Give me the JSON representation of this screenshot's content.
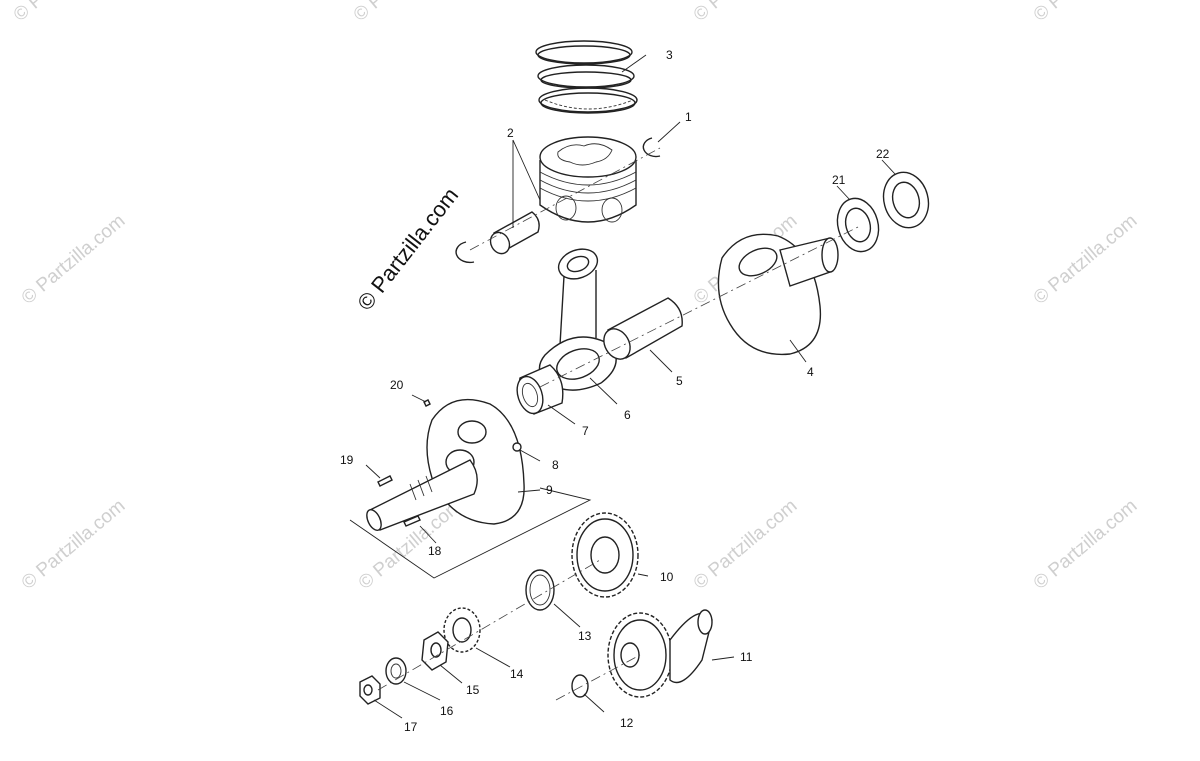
{
  "brand": "© Partzilla.com",
  "watermark": "© Partzilla.com",
  "callouts": {
    "p1": "1",
    "p2": "2",
    "p3": "3",
    "p4": "4",
    "p5": "5",
    "p6": "6",
    "p7": "7",
    "p8": "8",
    "p9": "9",
    "p10": "10",
    "p11": "11",
    "p12": "12",
    "p13": "13",
    "p14": "14",
    "p15": "15",
    "p16": "16",
    "p17": "17",
    "p18": "18",
    "p19": "19",
    "p20": "20",
    "p21": "21",
    "p22": "22"
  }
}
